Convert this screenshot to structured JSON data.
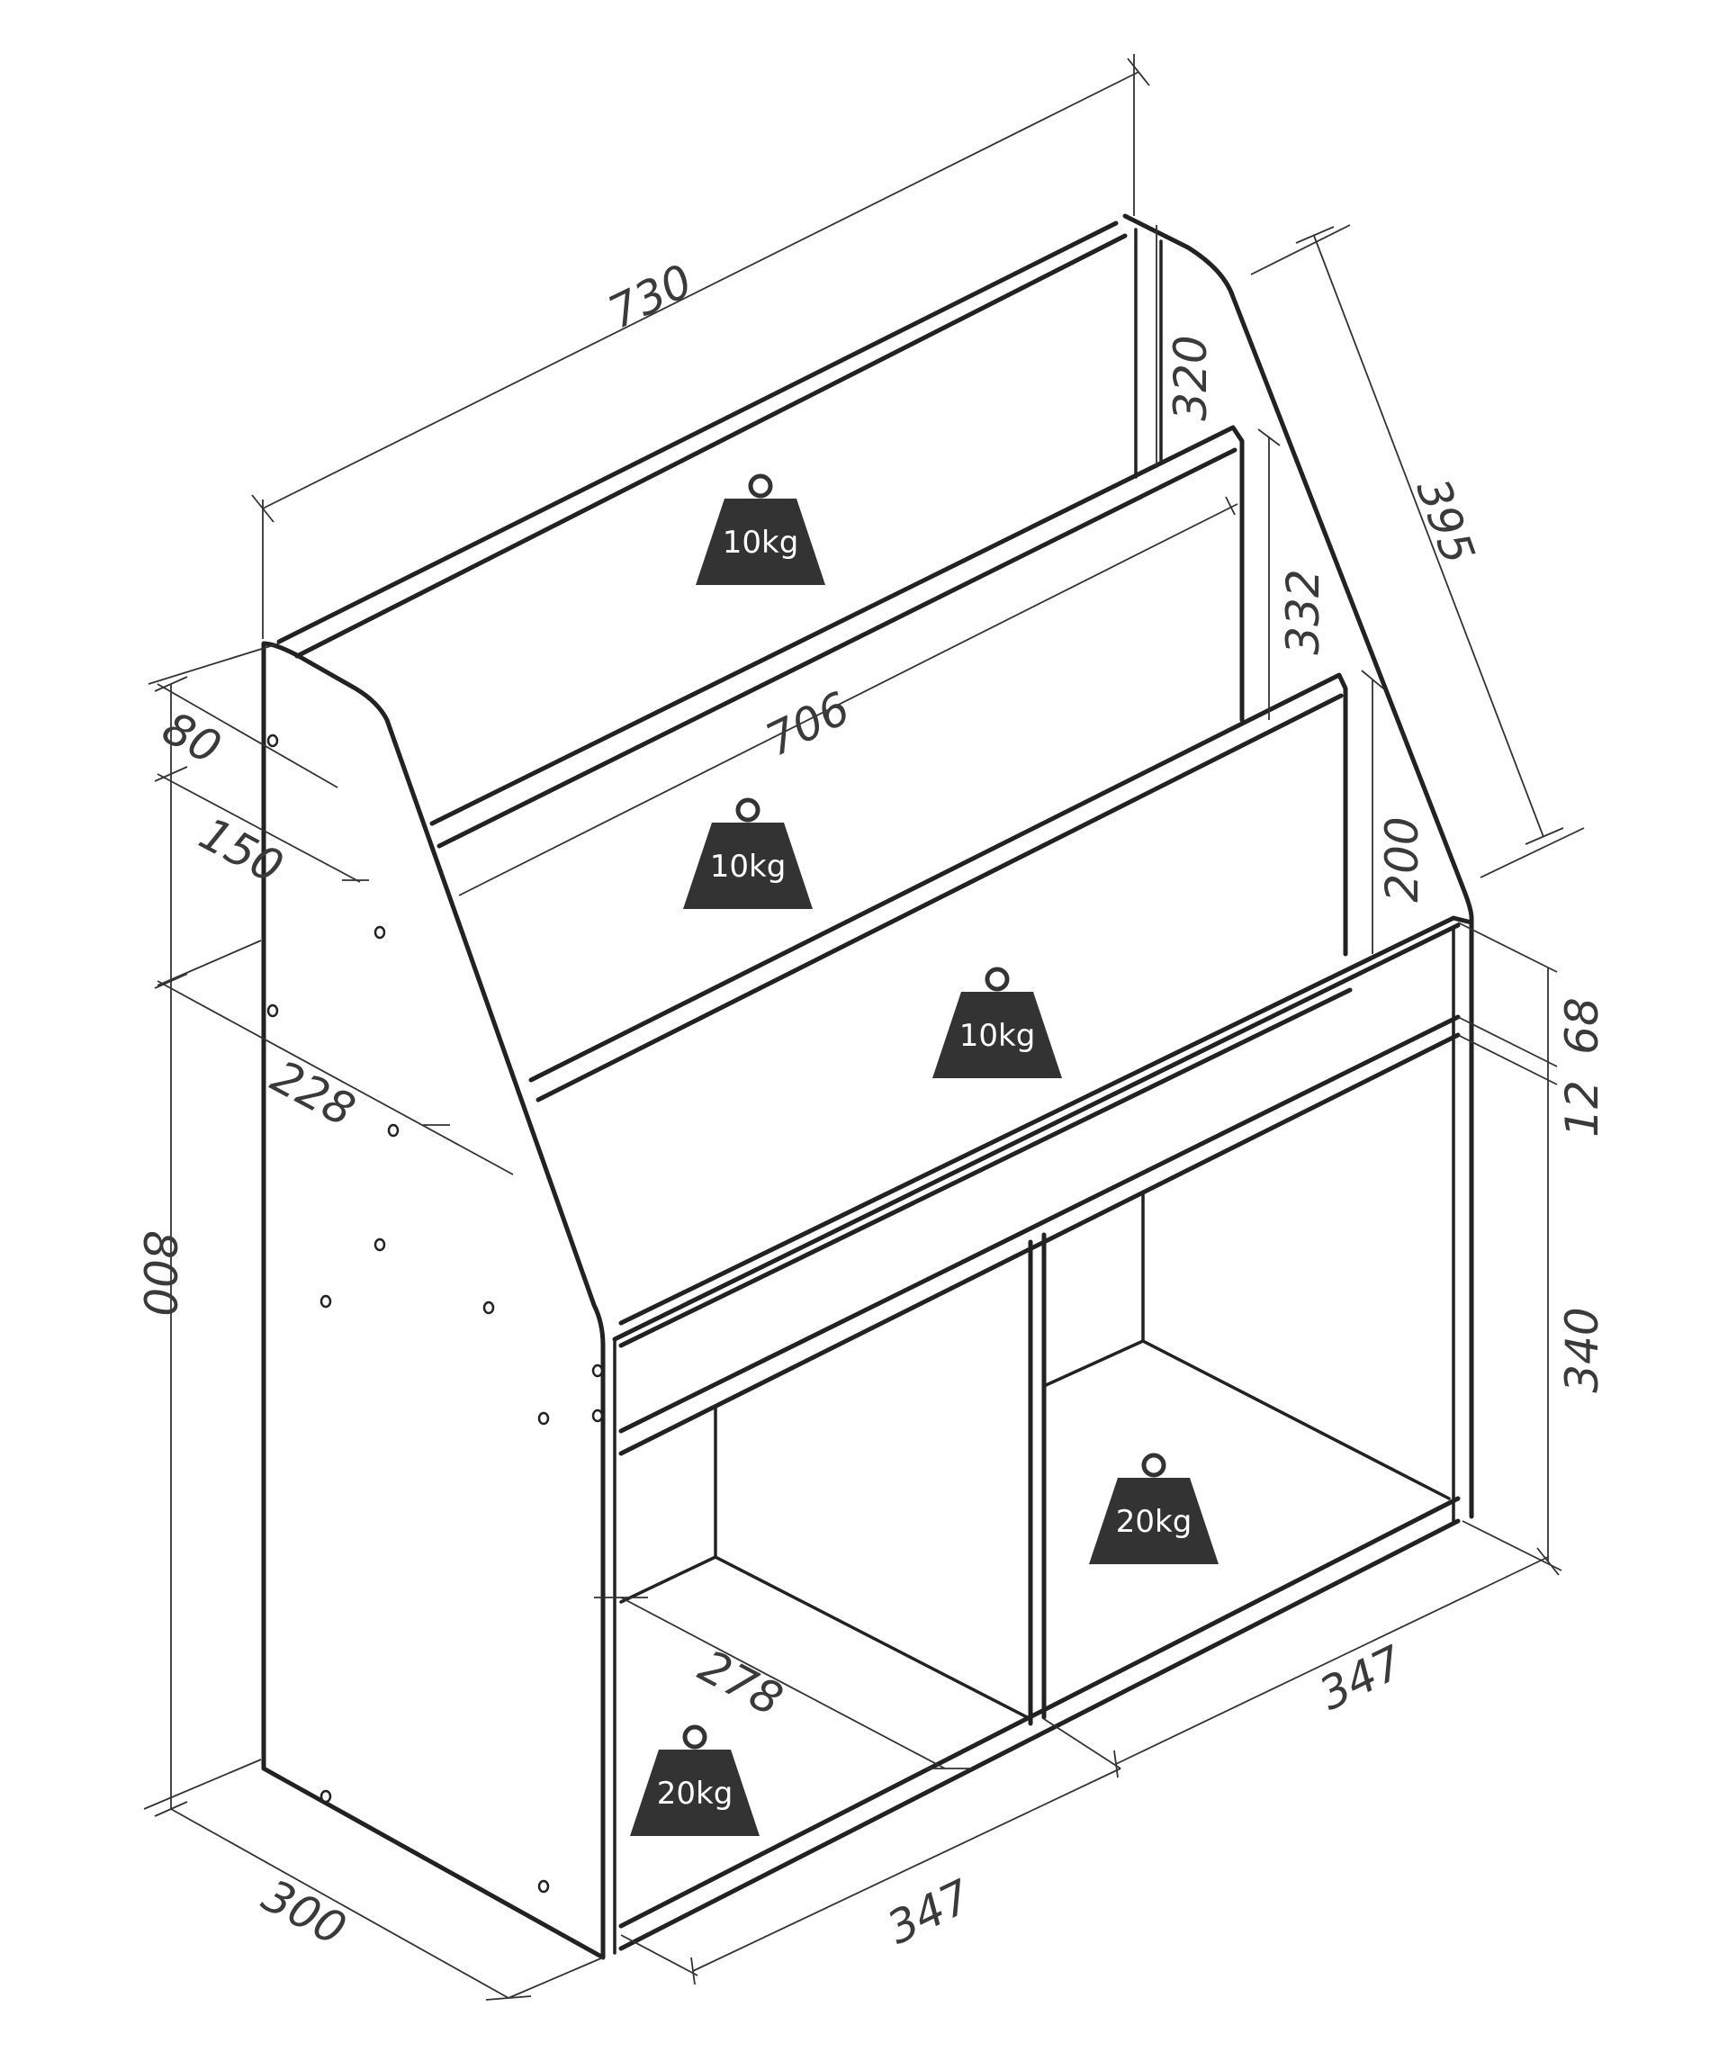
{
  "dimensions": {
    "total_width": "730",
    "inner_width": "706",
    "shelf_height_1": "320",
    "shelf_height_2": "332",
    "shelf_height_3": "200",
    "side_slope": "395",
    "top_offset": "80",
    "step_150": "150",
    "step_228": "228",
    "total_height": "800",
    "panel_68": "68",
    "panel_12": "12",
    "cubby_height": "340",
    "depth": "300",
    "cubby_depth": "278",
    "cubby_width_left": "347",
    "cubby_width_right": "347"
  },
  "weights": {
    "shelf_top": "10kg",
    "shelf_middle": "10kg",
    "shelf_front": "10kg",
    "cubby_right": "20kg",
    "cubby_left": "20kg"
  },
  "colors": {
    "line": "#222222",
    "dimension": "#333333",
    "weight_fill": "#333333",
    "weight_text": "#ffffff"
  }
}
